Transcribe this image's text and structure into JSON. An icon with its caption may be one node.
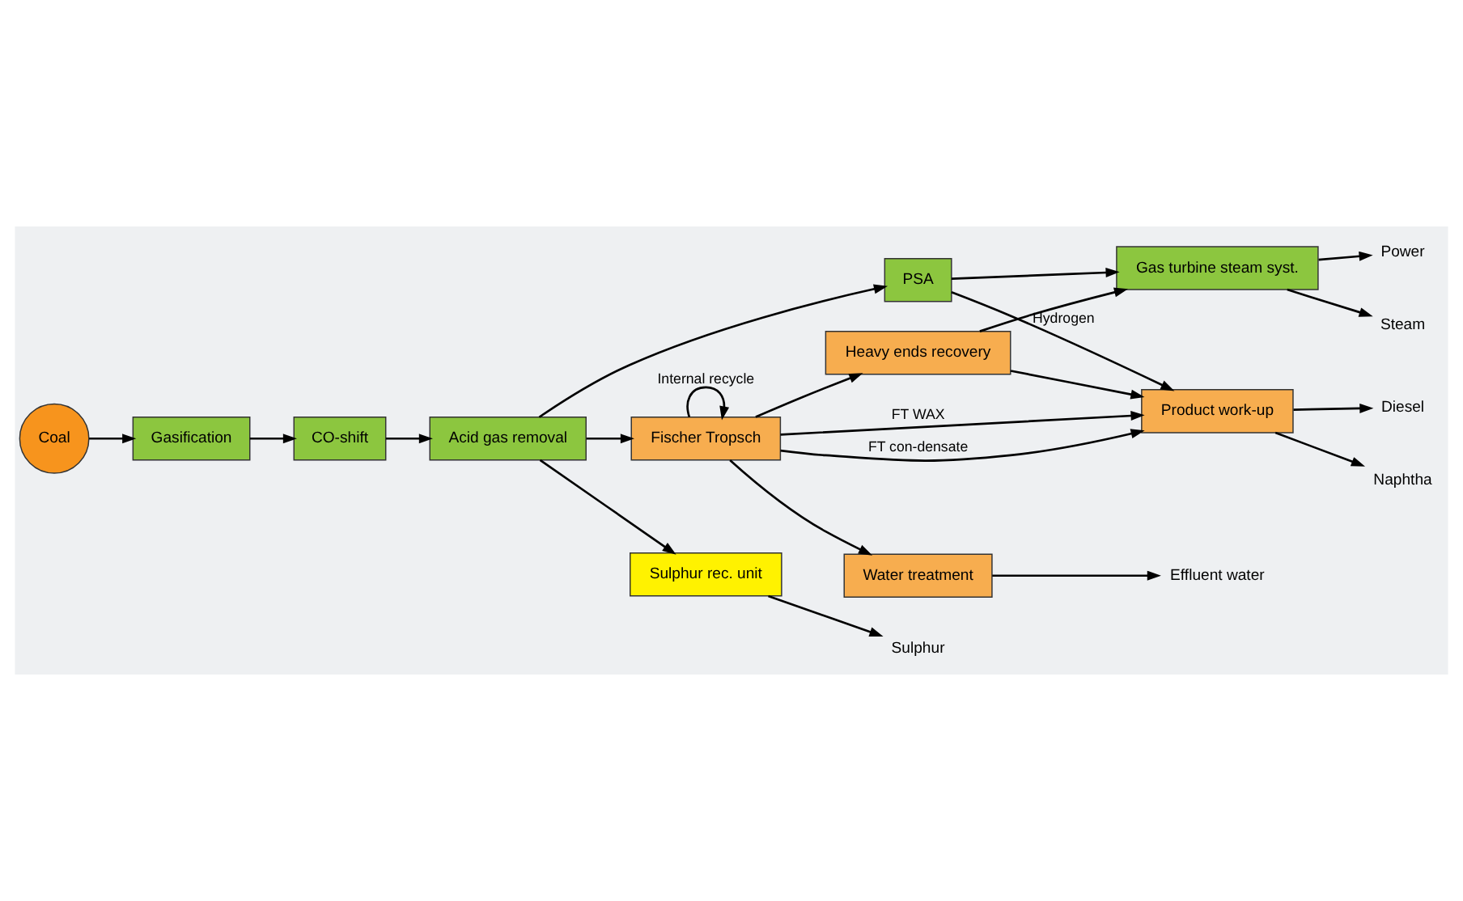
{
  "diagram": {
    "nodes": [
      {
        "text": [
          "Coal"
        ]
      },
      {
        "text": [
          "Gasification"
        ]
      },
      {
        "text": [
          "CO-shift"
        ]
      },
      {
        "text": [
          "Acid gas removal"
        ]
      },
      {
        "text": [
          "PSA"
        ]
      },
      {
        "text": [
          "Gas turbine steam syst."
        ]
      },
      {
        "text": [
          "Sulphur rec. unit"
        ]
      },
      {
        "text": [
          "Fischer Tropsch"
        ]
      },
      {
        "text": [
          "Heavy ends recovery"
        ]
      },
      {
        "text": [
          "Water treatment"
        ]
      },
      {
        "text": [
          "Product work-up"
        ]
      },
      {
        "text": [
          "Power"
        ]
      },
      {
        "text": [
          "Steam"
        ]
      },
      {
        "text": [
          "Sulphur"
        ]
      },
      {
        "text": [
          "Effluent water"
        ]
      },
      {
        "text": [
          "Diesel"
        ]
      },
      {
        "text": [
          "Naphtha"
        ]
      }
    ],
    "edges": [
      {
        "from": 0,
        "to": 1,
        "arrow": "to"
      },
      {
        "from": 1,
        "to": 2,
        "arrow": "to"
      },
      {
        "from": 2,
        "to": 3,
        "arrow": "to"
      },
      {
        "from": 3,
        "to": 4,
        "arrow": "to"
      },
      {
        "from": 4,
        "to": 5,
        "arrow": "to"
      },
      {
        "from": 3,
        "to": 6,
        "arrow": "to"
      },
      {
        "from": 4,
        "to": 10,
        "label": "Hydrogen",
        "arrow": "to"
      },
      {
        "from": 3,
        "to": 7,
        "arrow": "to"
      },
      {
        "from": 7,
        "to": 7,
        "label": "Internal recycle",
        "arrow": "to"
      },
      {
        "from": 7,
        "to": 8,
        "arrow": "to"
      },
      {
        "from": 8,
        "to": 5,
        "arrow": "to"
      },
      {
        "from": 8,
        "to": 10,
        "arrow": "to"
      },
      {
        "from": 7,
        "to": 10,
        "label": "FT WAX",
        "arrow": "to"
      },
      {
        "from": 7,
        "to": 10,
        "label": "FT con-densate",
        "arrow": "to"
      },
      {
        "from": 7,
        "to": 9,
        "arrow": "to"
      },
      {
        "from": 5,
        "to": 11,
        "arrow": "to"
      },
      {
        "from": 5,
        "to": 12,
        "arrow": "to"
      },
      {
        "from": 6,
        "to": 13,
        "arrow": "to"
      },
      {
        "from": 9,
        "to": 14,
        "arrow": "to"
      },
      {
        "from": 10,
        "to": 15,
        "arrow": "to"
      },
      {
        "from": 10,
        "to": 16,
        "arrow": "to"
      }
    ]
  }
}
